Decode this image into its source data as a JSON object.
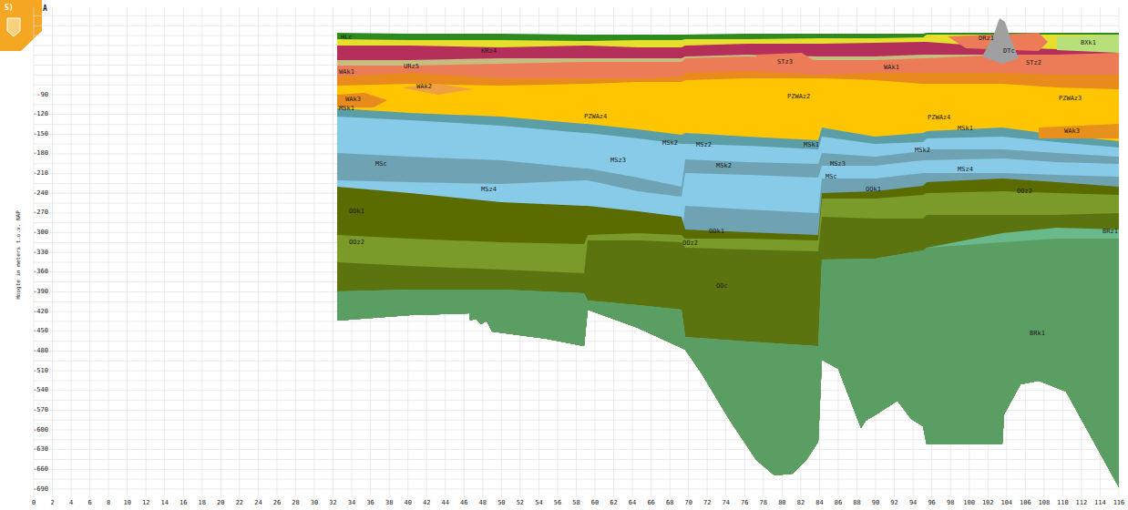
{
  "diagram": {
    "labels": [
      "5)",
      "A",
      "-90",
      "-120",
      "-150",
      "-180",
      "-210",
      "-240",
      "-270",
      "-300",
      "-330",
      "-360",
      "-390",
      "-420",
      "-450",
      "-480",
      "-510",
      "-540",
      "-570",
      "-600",
      "-630",
      "-660",
      "-690",
      "Hoogte in meters t.o.v. NAP",
      "0",
      "2",
      "4",
      "6",
      "8",
      "10",
      "12",
      "14",
      "16",
      "18",
      "20",
      "22",
      "24",
      "26",
      "28",
      "30",
      "32",
      "34",
      "36",
      "38",
      "40",
      "42",
      "44",
      "46",
      "48",
      "50",
      "52",
      "54",
      "56",
      "58",
      "60",
      "62",
      "64",
      "66",
      "68",
      "70",
      "72",
      "74",
      "76",
      "78",
      "80",
      "82",
      "84",
      "86",
      "88",
      "90",
      "92",
      "94",
      "96",
      "98",
      "100",
      "102",
      "104",
      "106",
      "108",
      "110",
      "112",
      "114",
      "116",
      "HLc",
      "KRz4",
      "URz5",
      "WAk1",
      "WAk2",
      "WAk3",
      "MSk1",
      "PZWAz4",
      "MSk2",
      "MSz2",
      "MSk1",
      "MSz3",
      "MSk2",
      "MSc",
      "MSz4",
      "MSz3",
      "MSc",
      "OOk1",
      "OOz2",
      "OOk1",
      "OOz2",
      "OOc",
      "OOk1",
      "OOz2",
      "BRz1",
      "BRk1",
      "STz3",
      "PZWAz2",
      "WAk1",
      "DRz1",
      "DTc",
      "STz2",
      "BXk1",
      "PZWAz4",
      "MSk1",
      "MSk2",
      "MSz4",
      "PZWAz3",
      "WAk3"
    ]
  }
}
